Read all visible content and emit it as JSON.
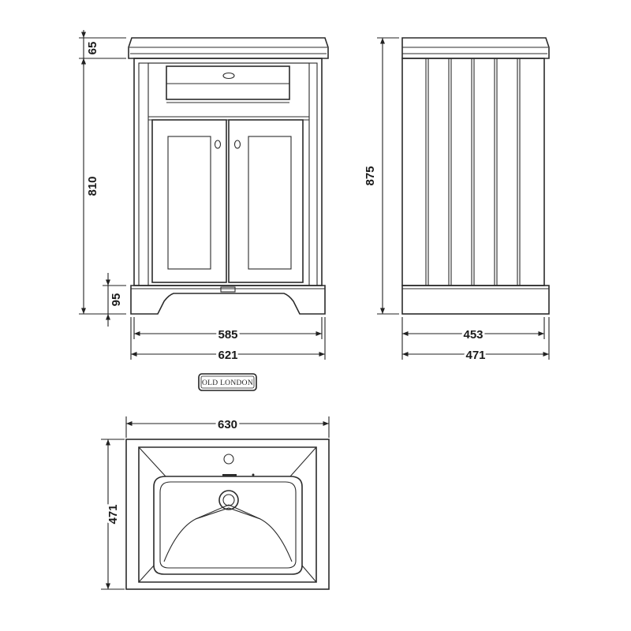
{
  "front_view": {
    "dims": {
      "top_height": "65",
      "body_height": "810",
      "plinth_height": "95",
      "inner_width": "585",
      "outer_width": "621"
    }
  },
  "side_view": {
    "dims": {
      "total_height": "875",
      "inner_depth": "453",
      "outer_depth": "471"
    }
  },
  "brand": {
    "logo_text": "OLD LONDON"
  },
  "basin_top_view": {
    "dims": {
      "width": "630",
      "depth": "471"
    }
  },
  "colors": {
    "line": "#2b2b2b",
    "background": "#ffffff"
  }
}
